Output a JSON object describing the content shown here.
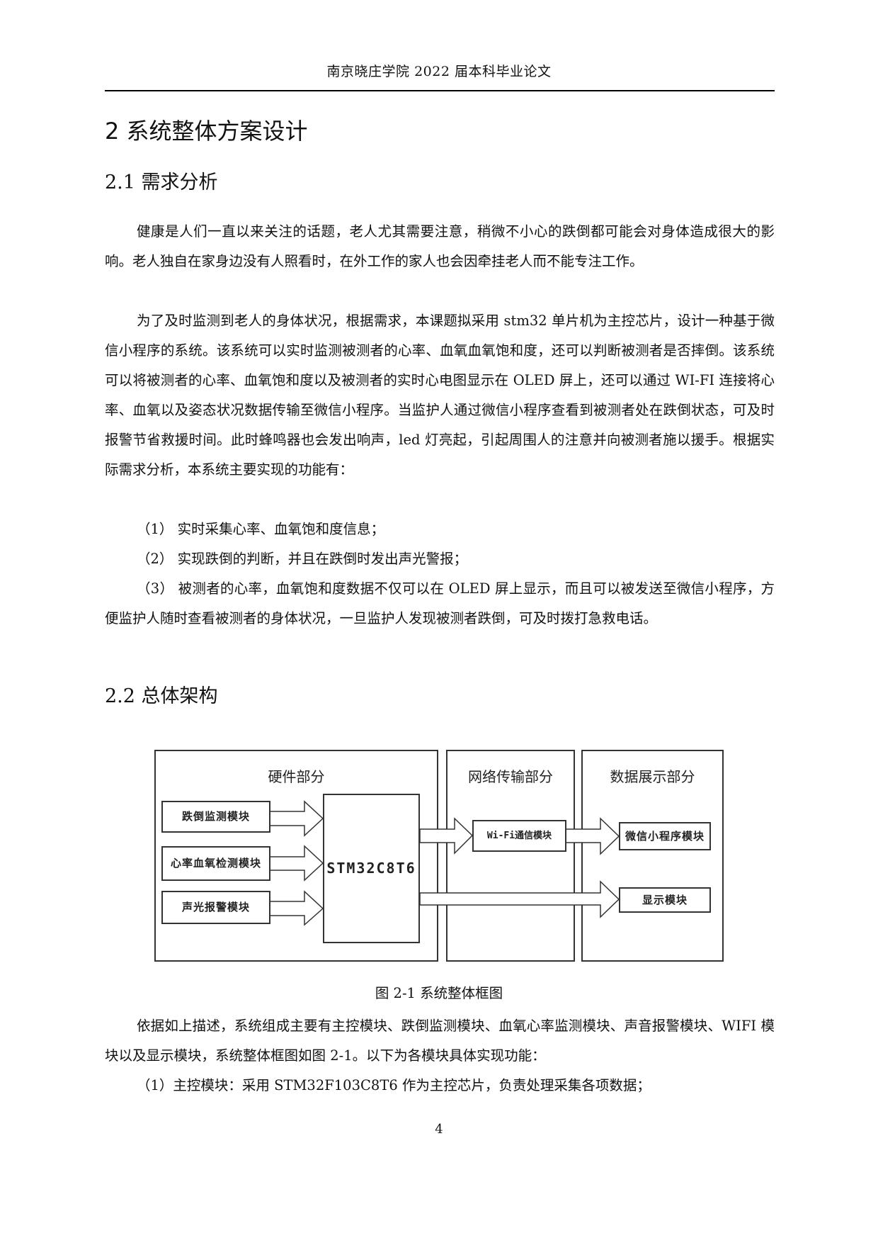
{
  "header": {
    "title": "南京晓庄学院 2022 届本科毕业论文"
  },
  "chapter": {
    "title": "2 系统整体方案设计"
  },
  "section_2_1": {
    "title": "2.1 需求分析",
    "paragraphs": [
      "健康是人们一直以来关注的话题，老人尤其需要注意，稍微不小心的跌倒都可能会对身体造成很大的影响。老人独自在家身边没有人照看时，在外工作的家人也会因牵挂老人而不能专注工作。",
      "为了及时监测到老人的身体状况，根据需求，本课题拟采用 stm32 单片机为主控芯片，设计一种基于微信小程序的系统。该系统可以实时监测被测者的心率、血氧血氧饱和度，还可以判断被测者是否摔倒。该系统可以将被测者的心率、血氧饱和度以及被测者的实时心电图显示在 OLED 屏上，还可以通过 WI-FI 连接将心率、血氧以及姿态状况数据传输至微信小程序。当监护人通过微信小程序查看到被测者处在跌倒状态，可及时报警节省救援时间。此时蜂鸣器也会发出响声，led 灯亮起，引起周围人的注意并向被测者施以援手。根据实际需求分析，本系统主要实现的功能有："
    ],
    "functions": [
      "（1） 实时采集心率、血氧饱和度信息；",
      "（2） 实现跌倒的判断，并且在跌倒时发出声光警报；",
      "（3） 被测者的心率，血氧饱和度数据不仅可以在 OLED 屏上显示，而且可以被发送至微信小程序，方便监护人随时查看被测者的身体状况，一旦监护人发现被测者跌倒，可及时拨打急救电话。"
    ]
  },
  "section_2_2": {
    "title": "2.2 总体架构",
    "figure": {
      "panels": {
        "hardware": "硬件部分",
        "network": "网络传输部分",
        "display": "数据展示部分"
      },
      "modules": {
        "fall": "跌倒监测模块",
        "heart": "心率血氧检测模块",
        "alarm": "声光报警模块",
        "mcu": "STM32C8T6",
        "wifi": "Wi-Fi通信模块",
        "wechat": "微信小程序模块",
        "screen": "显示模块"
      },
      "caption": "图 2-1  系统整体框图"
    },
    "paragraphs": [
      "依据如上描述，系统组成主要有主控模块、跌倒监测模块、血氧心率监测模块、声音报警模块、WIFI 模块以及显示模块，系统整体框图如图 2-1。以下为各模块具体实现功能：",
      "（1）主控模块：采用 STM32F103C8T6 作为主控芯片，负责处理采集各项数据；"
    ]
  },
  "footer": {
    "page_number": "4"
  }
}
